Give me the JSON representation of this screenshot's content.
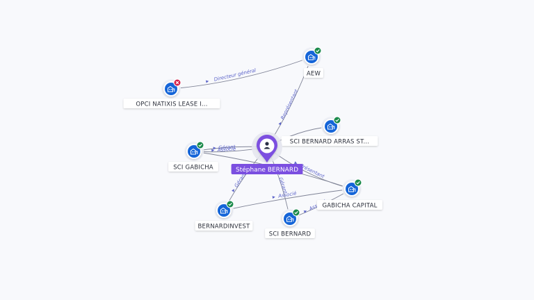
{
  "colors": {
    "background": "#f8f9fc",
    "edge": "#7f8396",
    "edge_label": "#5b63c9",
    "company_icon": "#1565d8",
    "status_active": "#1a8a4a",
    "status_closed": "#d6204a",
    "person": "#7b4fe0",
    "label_bg": "#ffffff"
  },
  "central_person": {
    "name": "Stéphane BERNARD",
    "icon": "person-icon"
  },
  "companies": [
    {
      "id": "aew",
      "label": "AEW",
      "status": "active",
      "icon": "company-icon"
    },
    {
      "id": "opci",
      "label": "OPCI NATIXIS LEASE I...",
      "status": "closed",
      "icon": "company-icon"
    },
    {
      "id": "arras",
      "label": "SCI BERNARD ARRAS ST...",
      "status": "active",
      "icon": "company-icon"
    },
    {
      "id": "gabicha",
      "label": "SCI GABICHA",
      "status": "active",
      "icon": "company-icon"
    },
    {
      "id": "gabicha_capital",
      "label": "GABICHA CAPITAL",
      "status": "active",
      "icon": "company-icon"
    },
    {
      "id": "bernardinvest",
      "label": "BERNARDINVEST",
      "status": "active",
      "icon": "company-icon"
    },
    {
      "id": "sci_bernard",
      "label": "SCI BERNARD",
      "status": "active",
      "icon": "company-icon"
    }
  ],
  "relations": [
    {
      "from": "aew",
      "to": "opci",
      "label": "Directeur général"
    },
    {
      "from": "person",
      "to": "aew",
      "label": "Représentant"
    },
    {
      "from": "person",
      "to": "arras",
      "label": ""
    },
    {
      "from": "person",
      "to": "gabicha",
      "label": "Gérant"
    },
    {
      "from": "person",
      "to": "gabicha",
      "label": "Associé"
    },
    {
      "from": "person",
      "to": "gabicha_capital",
      "label": "Présentant"
    },
    {
      "from": "person",
      "to": "bernardinvest",
      "label": "Gérant"
    },
    {
      "from": "person",
      "to": "sci_bernard",
      "label": "Gérant"
    },
    {
      "from": "gabicha_capital",
      "to": "bernardinvest",
      "label": "Associé"
    },
    {
      "from": "gabicha_capital",
      "to": "sci_bernard",
      "label": "Associé"
    },
    {
      "from": "gabicha_capital",
      "to": "gabicha",
      "label": ""
    }
  ]
}
